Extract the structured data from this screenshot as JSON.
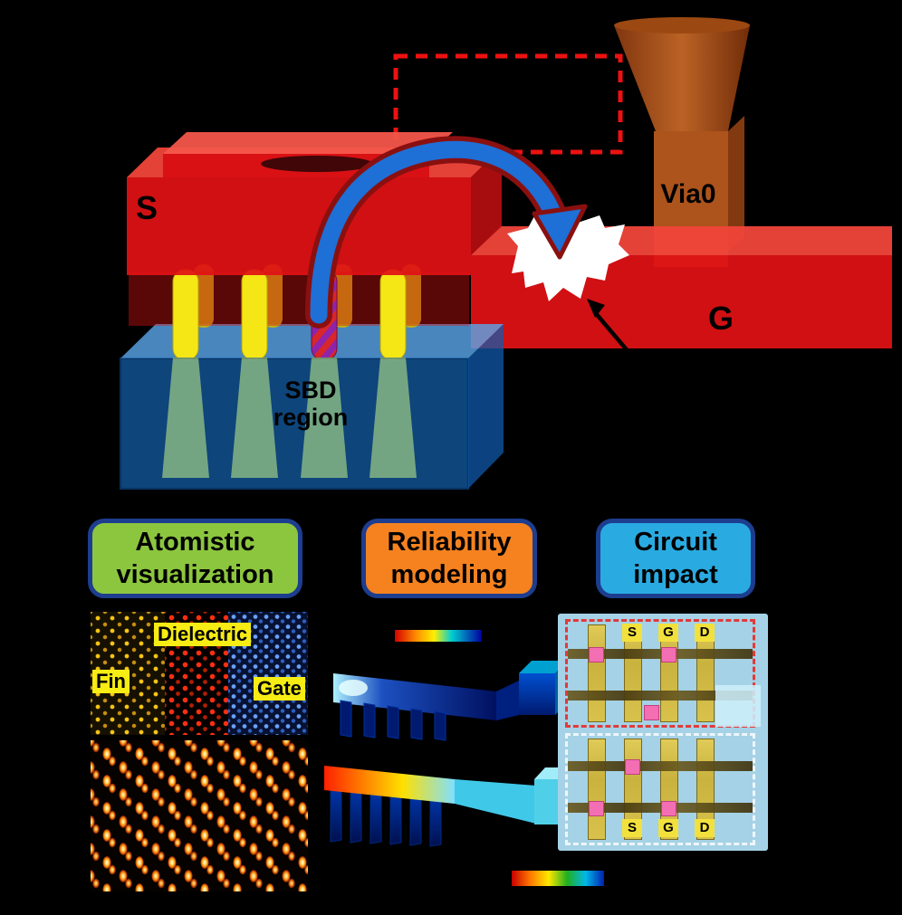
{
  "device_diagram": {
    "source_label": "S",
    "via_label": "Via0",
    "gate_label": "G",
    "sbd_label_line1": "SBD",
    "sbd_label_line2": "region"
  },
  "pillars": {
    "atomistic": {
      "line1": "Atomistic",
      "line2": "visualization"
    },
    "reliability": {
      "line1": "Reliability",
      "line2": "modeling"
    },
    "circuit": {
      "line1": "Circuit",
      "line2": "impact"
    }
  },
  "atomistic_panel": {
    "dielectric_label": "Dielectric",
    "fin_label": "Fin",
    "gate_label": "Gate"
  },
  "circuit_panel": {
    "top_labels": [
      "S",
      "G",
      "D"
    ],
    "bottom_labels": [
      "S",
      "G",
      "D"
    ]
  },
  "colors": {
    "metal_red": "#e01114",
    "fin_yellow": "#f5e616",
    "substrate_blue": "#1a7fe0",
    "via_copper": "#b5591d",
    "badge_green": "#8cc63e",
    "badge_orange": "#f5821f",
    "badge_blue": "#29abe2",
    "badge_border": "#1d3d8f",
    "arrow_blue": "#1e6fd6",
    "panel_lightblue": "#a5d2e6"
  }
}
